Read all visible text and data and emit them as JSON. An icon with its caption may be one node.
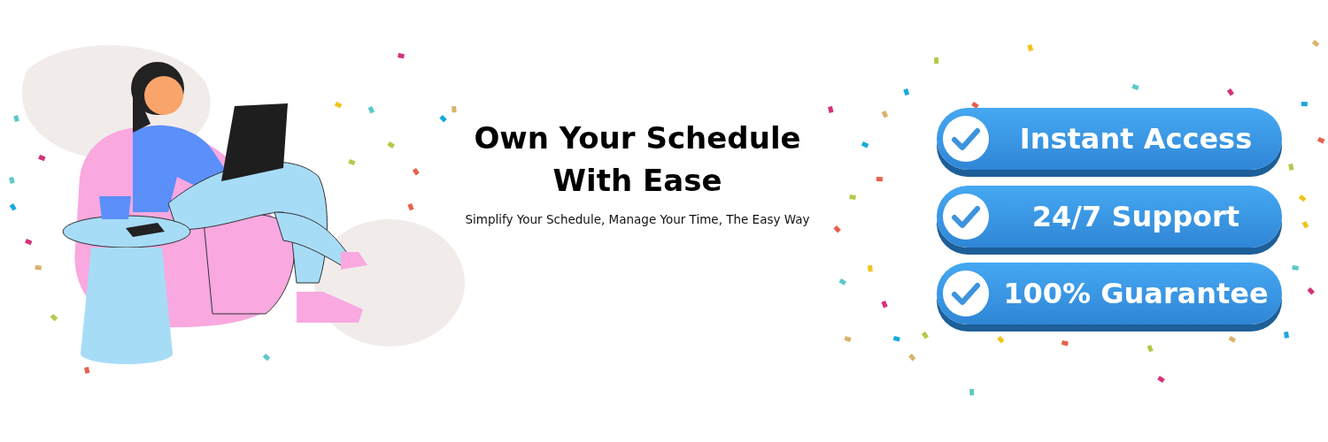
{
  "diagram": {
    "title": "Own Your Schedule With Ease",
    "nodes": [
      {
        "text": [
          "Instant Access"
        ]
      },
      {
        "text": [
          "24/7 Support"
        ]
      },
      {
        "text": [
          "100% Guarantee"
        ]
      }
    ],
    "labels": [
      "Simplify Your Schedule, Manage Your Time, The Easy Way"
    ]
  }
}
